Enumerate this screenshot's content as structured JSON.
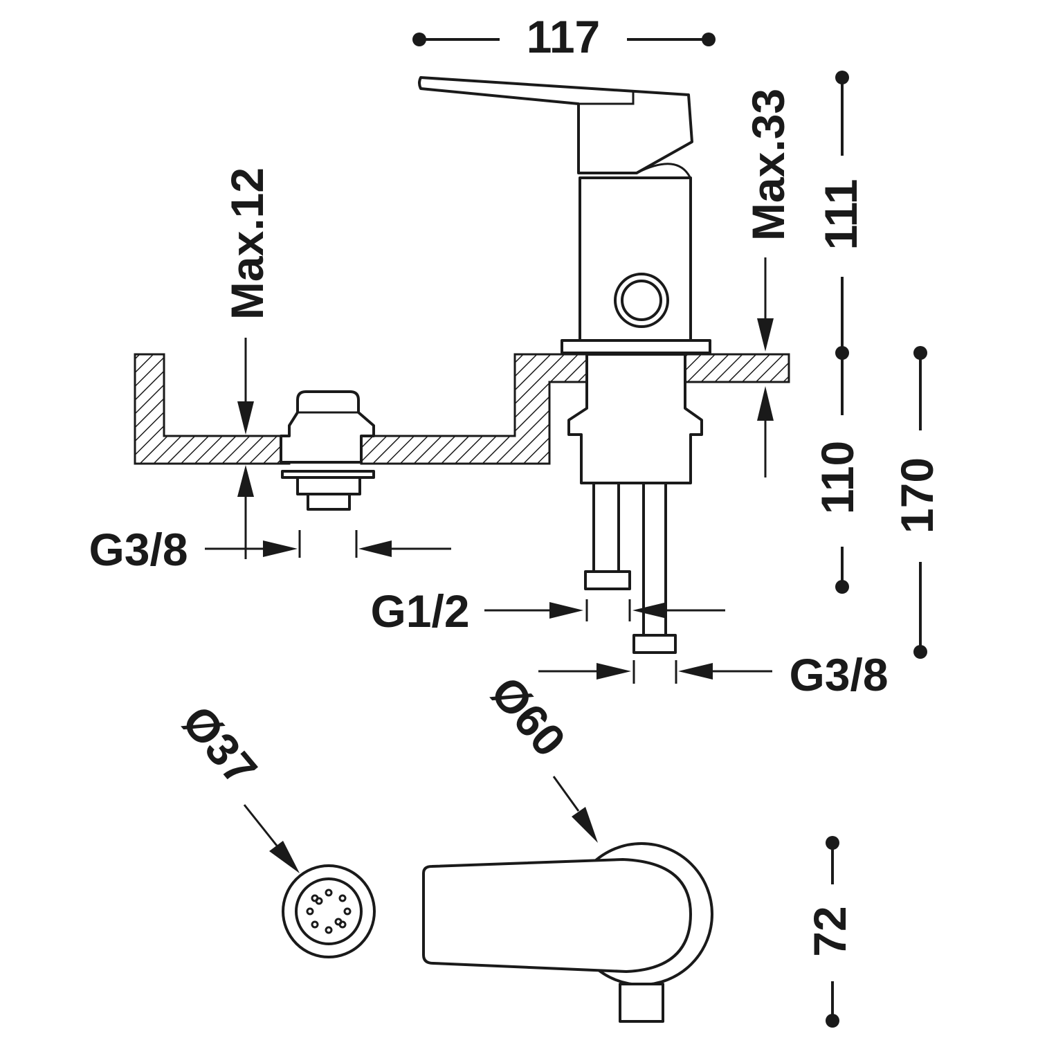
{
  "drawing": {
    "width_overall": "117",
    "height_above_deck": "111",
    "height_below_deck": "110",
    "total_length": "170",
    "deck_thickness_left": "Max.12",
    "deck_thickness_right": "Max.33",
    "thread_left": "G3/8",
    "thread_inlet": "G1/2",
    "thread_right": "G3/8",
    "outlet_diameter": "Ø37",
    "base_diameter": "Ø60",
    "top_view_height": "72"
  }
}
